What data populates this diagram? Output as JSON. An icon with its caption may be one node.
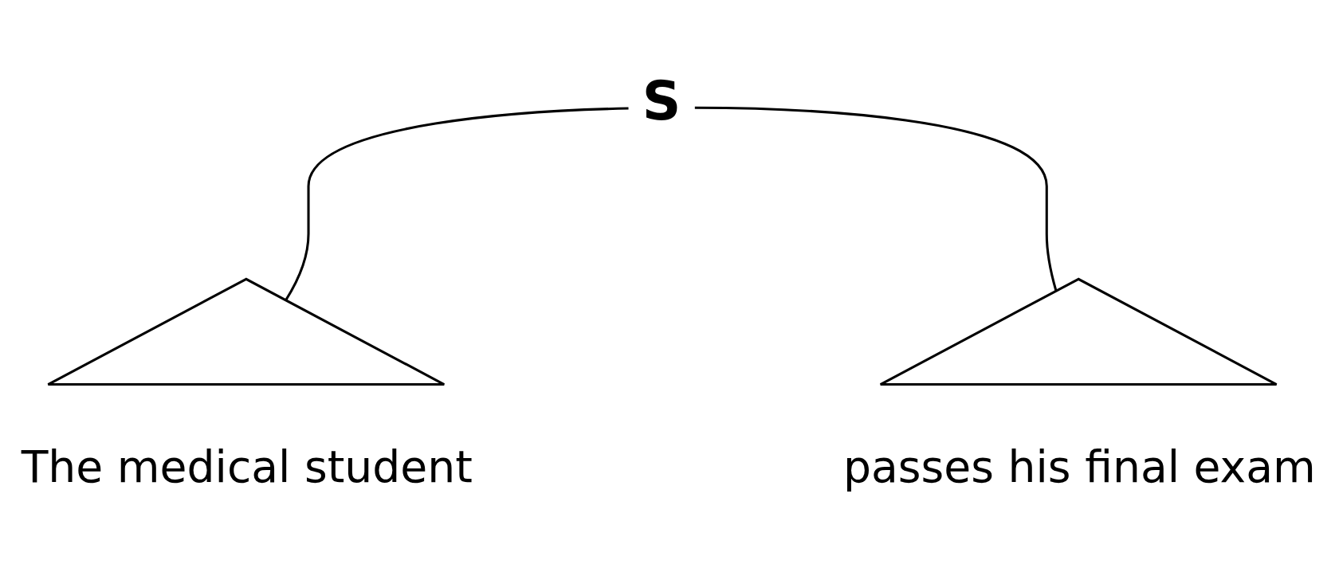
{
  "diagram": {
    "nodes": [
      {
        "text": [
          "S"
        ]
      },
      {
        "text": [],
        "shape": "triangle",
        "beside": [
          "The medical student"
        ]
      },
      {
        "text": [],
        "shape": "triangle",
        "beside": [
          "passes his final exam"
        ]
      }
    ],
    "edges": [
      {
        "from": 0,
        "to": 1,
        "arrow": "none"
      },
      {
        "from": 0,
        "to": 2,
        "arrow": "none"
      }
    ]
  }
}
